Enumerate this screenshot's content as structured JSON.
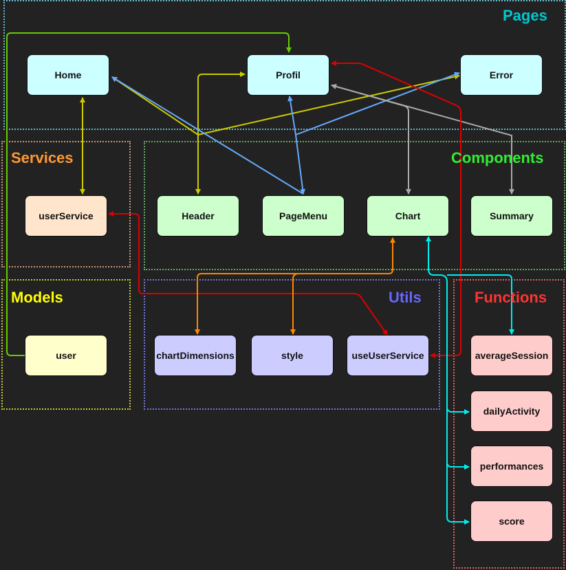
{
  "groups": {
    "pages": "Pages",
    "services": "Services",
    "components": "Components",
    "models": "Models",
    "utils": "Utils",
    "functions": "Functions"
  },
  "nodes": {
    "home": "Home",
    "profil": "Profil",
    "error": "Error",
    "userService": "userService",
    "header": "Header",
    "pageMenu": "PageMenu",
    "chart": "Chart",
    "summary": "Summary",
    "user": "user",
    "chartDimensions": "chartDimensions",
    "style": "style",
    "useUserService": "useUserService",
    "averageSession": "averageSession",
    "dailyActivity": "dailyActivity",
    "performances": "performances",
    "score": "score"
  },
  "colors": {
    "pages": "#00c8d0",
    "services": "#ff9933",
    "components": "#33ee33",
    "models": "#ffff00",
    "utils": "#6666ff",
    "functions": "#ff3333",
    "wire_green": "#66cc00",
    "wire_yellow": "#cccc00",
    "wire_blue": "#66aaff",
    "wire_gray": "#aaaaaa",
    "wire_red": "#dd0000",
    "wire_orange": "#ff8800",
    "wire_cyan": "#00eeee"
  }
}
